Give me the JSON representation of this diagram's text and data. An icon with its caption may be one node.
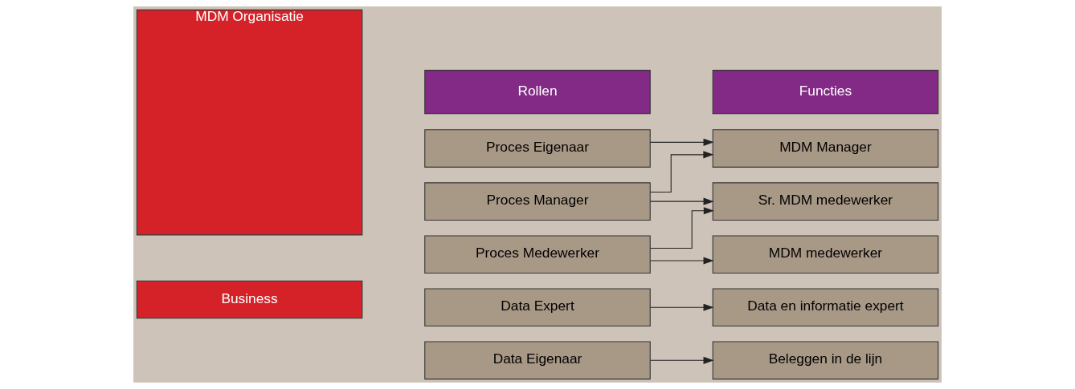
{
  "diagram": {
    "nodes": [
      {
        "text": [
          "MDM Organisatie"
        ]
      },
      {
        "text": [
          "Rollen"
        ]
      },
      {
        "text": [
          "Functies"
        ]
      },
      {
        "text": [
          "Proces Eigenaar"
        ]
      },
      {
        "text": [
          "MDM Manager"
        ]
      },
      {
        "text": [
          "Proces Manager"
        ]
      },
      {
        "text": [
          "Sr. MDM medewerker"
        ]
      },
      {
        "text": [
          "Proces Medewerker"
        ]
      },
      {
        "text": [
          "MDM medewerker"
        ]
      },
      {
        "text": [
          "Data Expert"
        ]
      },
      {
        "text": [
          "Data en informatie expert"
        ]
      },
      {
        "text": [
          "Business"
        ]
      },
      {
        "text": [
          "Data Eigenaar"
        ]
      },
      {
        "text": [
          "Beleggen in de lijn"
        ]
      }
    ],
    "edges": [
      {
        "from": 3,
        "to": 4,
        "arrow": "to"
      },
      {
        "from": 5,
        "to": 4,
        "arrow": "to"
      },
      {
        "from": 5,
        "to": 6,
        "arrow": "to"
      },
      {
        "from": 7,
        "to": 6,
        "arrow": "to"
      },
      {
        "from": 7,
        "to": 8,
        "arrow": "to"
      },
      {
        "from": 9,
        "to": 10,
        "arrow": "to"
      },
      {
        "from": 12,
        "to": 13,
        "arrow": "to"
      }
    ]
  }
}
